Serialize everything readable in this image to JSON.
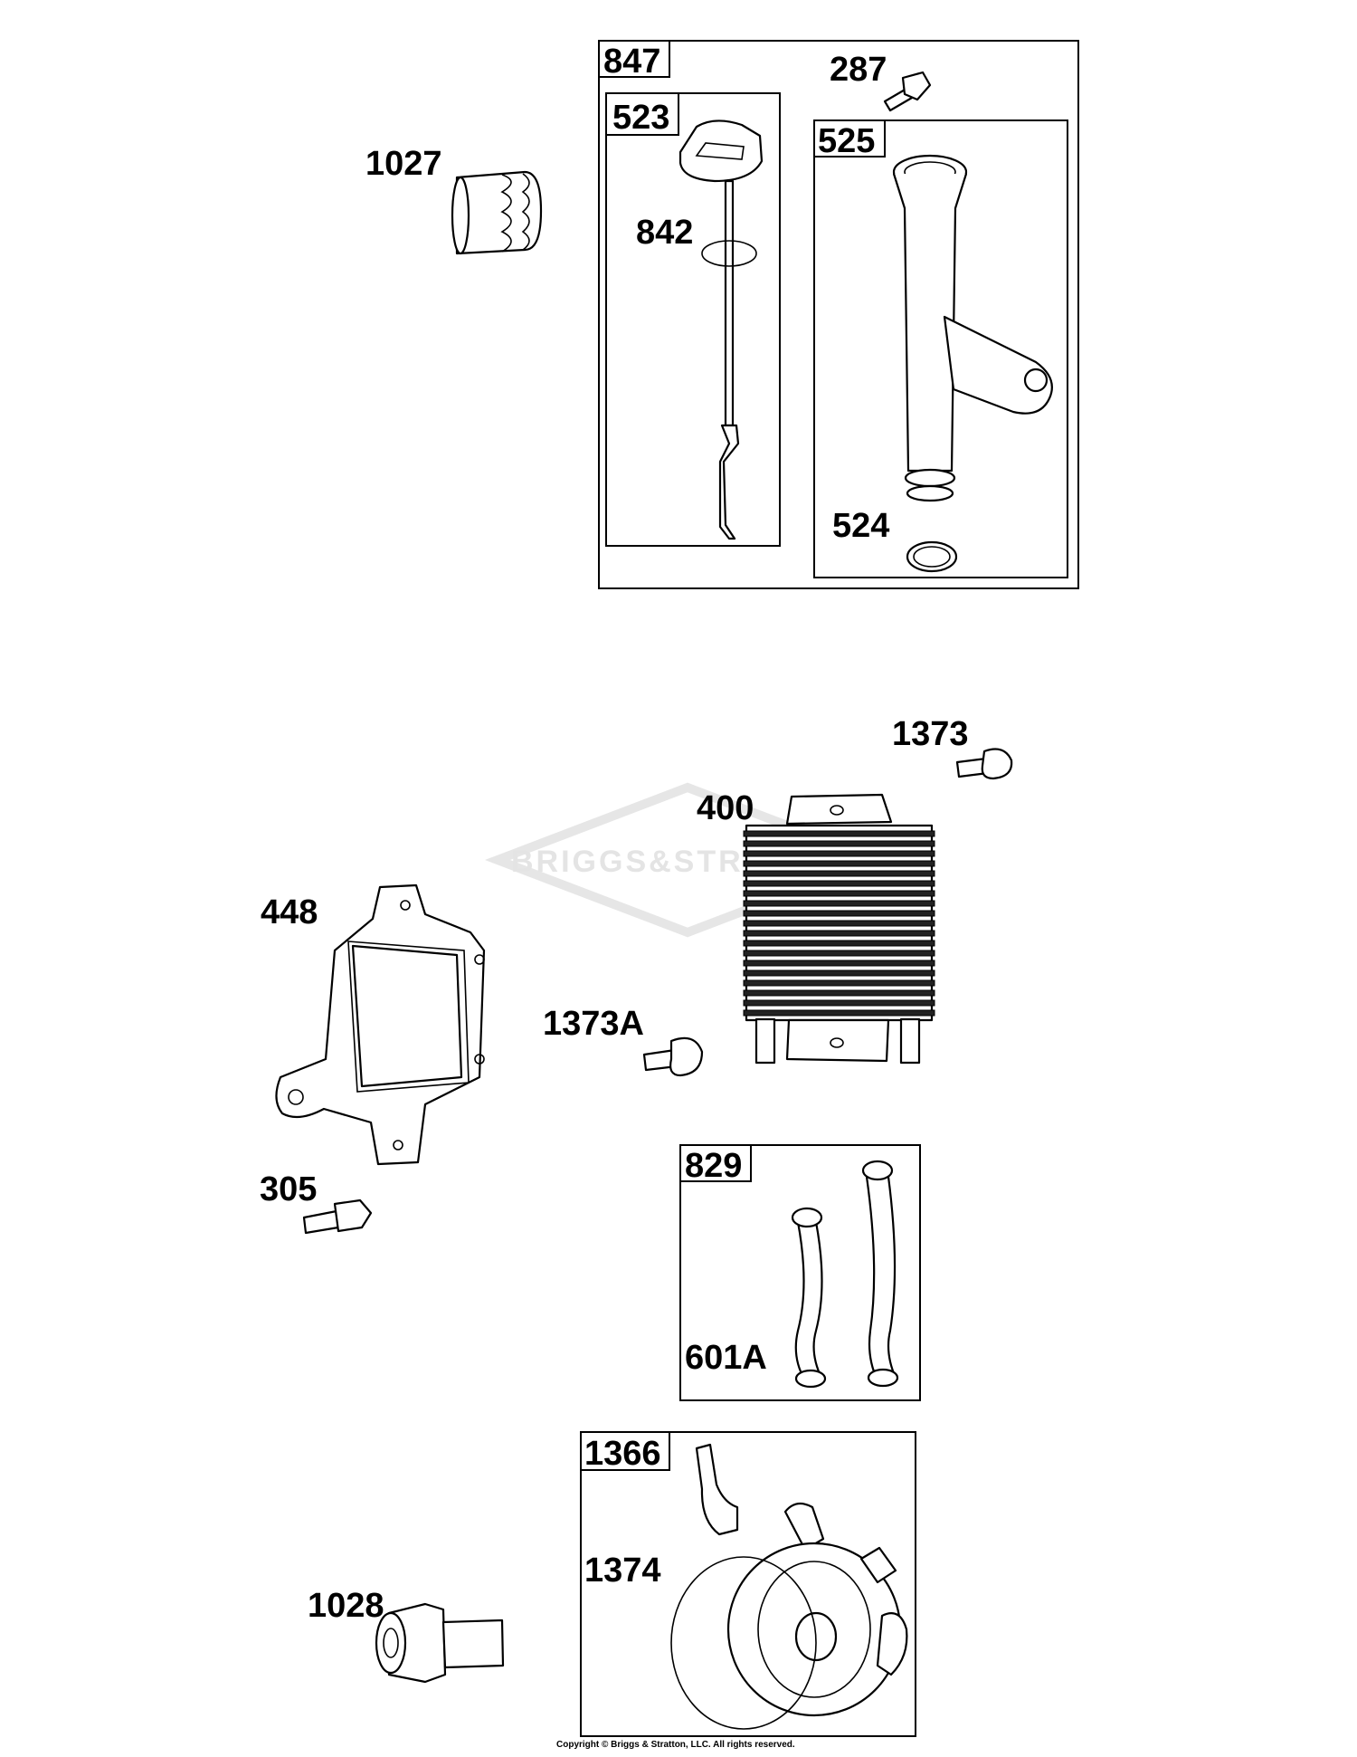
{
  "diagram": {
    "group_boxes": [
      {
        "id": "847",
        "label": "847"
      },
      {
        "id": "523",
        "label": "523"
      },
      {
        "id": "525",
        "label": "525"
      },
      {
        "id": "829",
        "label": "829"
      },
      {
        "id": "1366",
        "label": "1366"
      }
    ],
    "part_labels": {
      "p1027": "1027",
      "p287": "287",
      "p842": "842",
      "p524": "524",
      "p1373": "1373",
      "p400": "400",
      "p448": "448",
      "p1373A": "1373A",
      "p305": "305",
      "p601A": "601A",
      "p1374": "1374",
      "p1028": "1028"
    },
    "watermark": "BRIGGS&STRATTON",
    "copyright": "Copyright © Briggs & Stratton, LLC. All rights reserved."
  }
}
